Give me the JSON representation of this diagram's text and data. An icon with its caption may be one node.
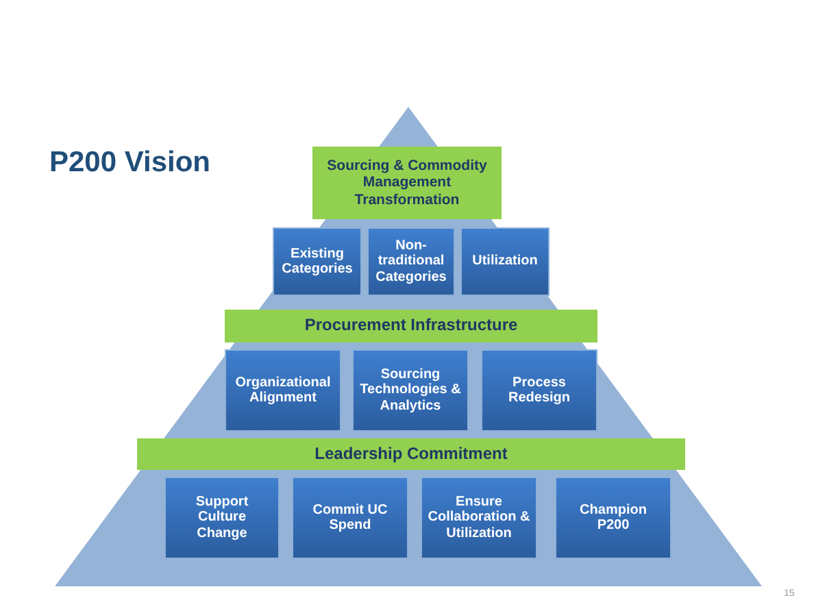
{
  "diagram": {
    "title": "P200 Vision",
    "nodes": [
      {
        "text": [
          "Sourcing & Commodity Management Transformation"
        ]
      },
      {
        "text": [
          "Existing Categories"
        ]
      },
      {
        "text": [
          "Non-traditional Categories"
        ]
      },
      {
        "text": [
          "Utilization"
        ]
      },
      {
        "text": [
          "Procurement Infrastructure"
        ]
      },
      {
        "text": [
          "Organizational Alignment"
        ]
      },
      {
        "text": [
          "Sourcing Technologies & Analytics"
        ]
      },
      {
        "text": [
          "Process Redesign"
        ]
      },
      {
        "text": [
          "Leadership Commitment"
        ]
      },
      {
        "text": [
          "Support Culture Change"
        ]
      },
      {
        "text": [
          "Commit UC Spend"
        ]
      },
      {
        "text": [
          "Ensure Collaboration & Utilization"
        ]
      },
      {
        "text": [
          "Champion P200"
        ]
      }
    ],
    "edges": [],
    "labels": [
      "15"
    ]
  }
}
